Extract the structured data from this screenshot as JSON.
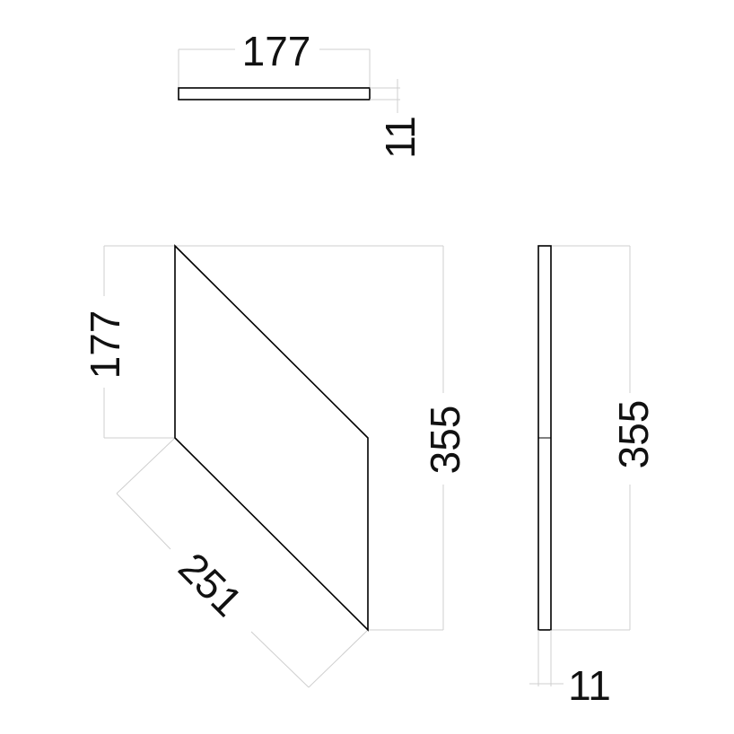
{
  "drawing": {
    "top_view": {
      "width_label": "177",
      "thickness_label": "11"
    },
    "front_view": {
      "height_label": "177",
      "total_height_label": "355",
      "diagonal_label": "251"
    },
    "side_view": {
      "height_label": "355",
      "thickness_label": "11"
    }
  }
}
